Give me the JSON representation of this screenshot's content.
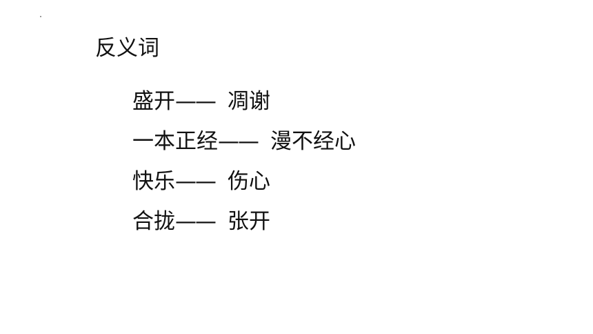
{
  "title": "反义词",
  "separator": "——",
  "pairs": [
    {
      "word": "盛开",
      "antonym": "凋谢"
    },
    {
      "word": "一本正经",
      "antonym": "漫不经心"
    },
    {
      "word": "快乐",
      "antonym": "伤心"
    },
    {
      "word": "合拢",
      "antonym": "张开"
    }
  ]
}
